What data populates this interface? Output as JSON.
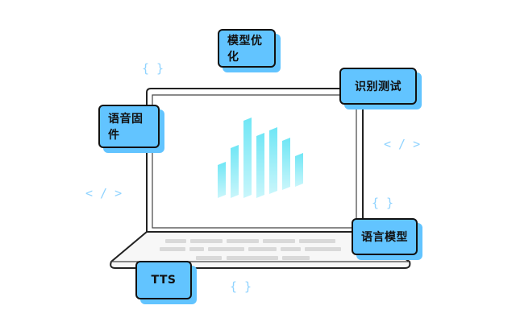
{
  "tags": {
    "model_optimization": "模型优化",
    "recognition_test": "识别测试",
    "voice_firmware": "语音固件",
    "language_model": "语言模型",
    "tts": "TTS"
  },
  "decorations": {
    "braces": "{ }",
    "code_tag": "< / >"
  },
  "colors": {
    "accent": "#62c4ff",
    "outline": "#111111",
    "bars_top": "#6fe6f5",
    "bars_bottom": "#c9f6fb",
    "keyboard": "#d9d9d9"
  }
}
